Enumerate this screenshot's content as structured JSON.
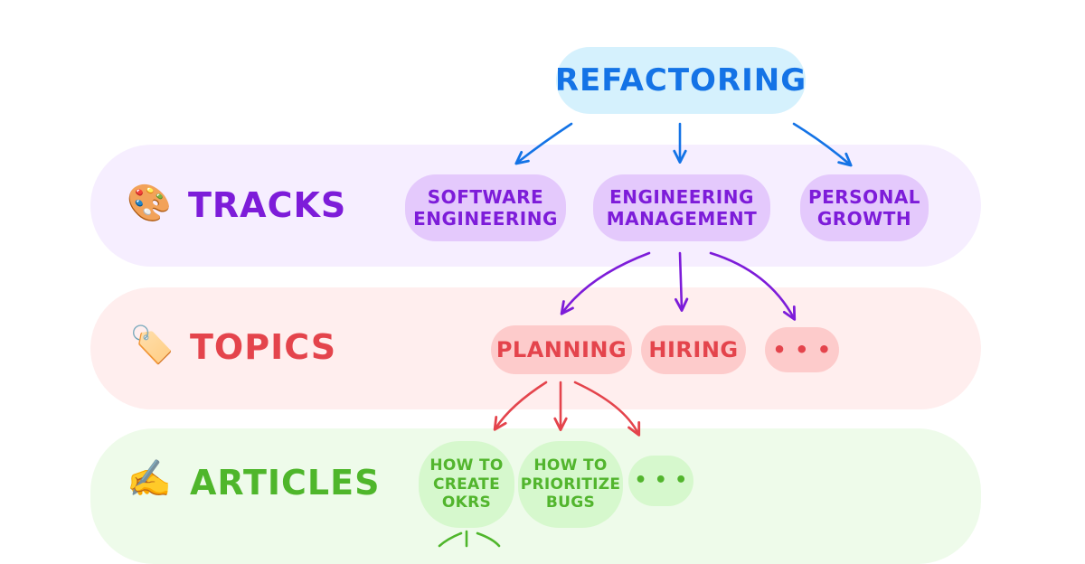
{
  "diagram": {
    "root": {
      "label": "REFACTORING"
    },
    "rows": [
      {
        "id": "tracks",
        "label": "TRACKS",
        "icon": "palette-icon",
        "emoji": "🎨",
        "color": "#7d1cd9"
      },
      {
        "id": "topics",
        "label": "TOPICS",
        "icon": "tag-icon",
        "emoji": "🏷️",
        "color": "#e4444c"
      },
      {
        "id": "articles",
        "label": "ARTICLES",
        "icon": "writing-hand-icon",
        "emoji": "✍️",
        "color": "#4fb62b"
      }
    ],
    "tracks": [
      {
        "label": "SOFTWARE\nENGINEERING"
      },
      {
        "label": "ENGINEERING\nMANAGEMENT"
      },
      {
        "label": "PERSONAL\nGROWTH"
      }
    ],
    "topics": [
      {
        "label": "PLANNING"
      },
      {
        "label": "HIRING"
      },
      {
        "label": "• • •"
      }
    ],
    "articles": [
      {
        "label": "HOW TO\nCREATE\nOKRS"
      },
      {
        "label": "HOW TO\nPRIORITIZE\nBUGS"
      },
      {
        "label": "• • •"
      }
    ],
    "colors": {
      "root_text": "#1473e6",
      "root_fill": "#d5f1fd",
      "track_fill": "#e4c9fc",
      "topic_fill": "#fdcbcb",
      "article_fill": "#d6f8cd",
      "arrow_blue": "#1473e6",
      "arrow_purple": "#7d1cd9",
      "arrow_red": "#e4444c",
      "arrow_green": "#4fb62b"
    }
  }
}
